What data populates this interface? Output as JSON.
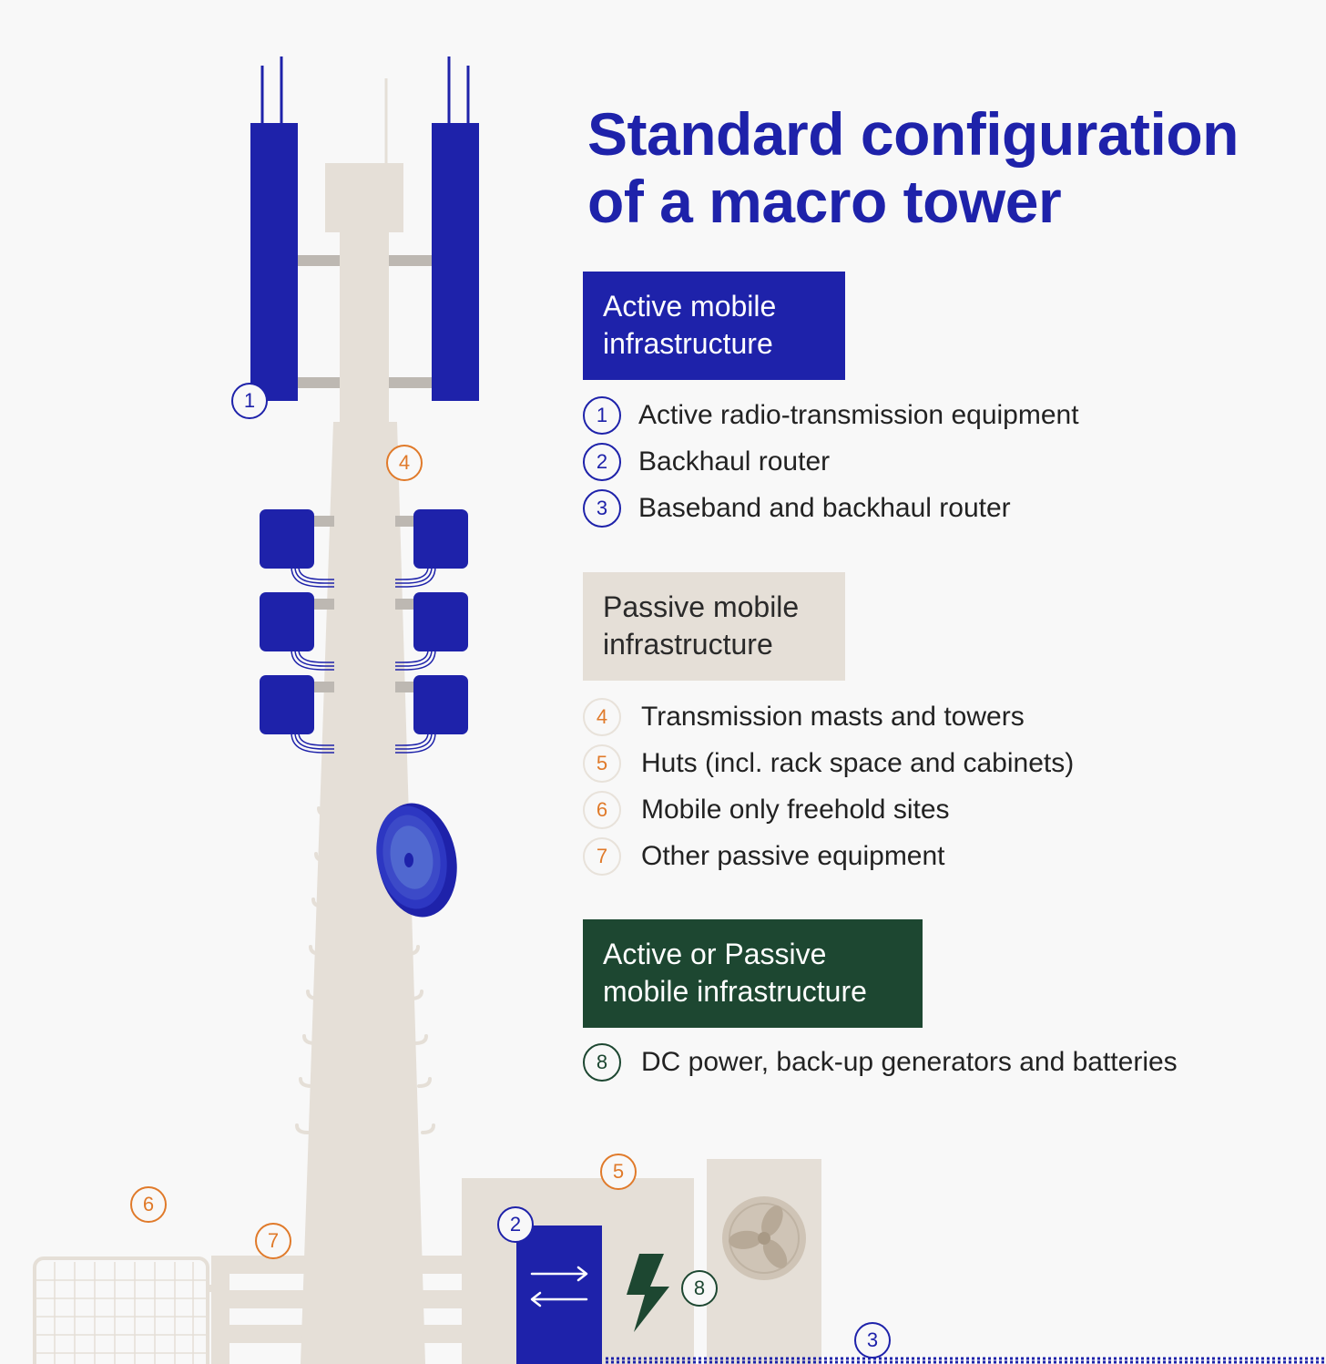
{
  "title": {
    "line1": "Standard configuration",
    "line2": "of a macro tower"
  },
  "categories": {
    "active": {
      "line1": "Active mobile",
      "line2": "infrastructure",
      "color": "#1e22aa",
      "items": [
        {
          "num": "1",
          "label": "Active radio-transmission equipment"
        },
        {
          "num": "2",
          "label": "Backhaul router"
        },
        {
          "num": "3",
          "label": "Baseband and backhaul router"
        }
      ]
    },
    "passive": {
      "line1": "Passive mobile",
      "line2": "infrastructure",
      "color": "#e5dfd7",
      "items": [
        {
          "num": "4",
          "label": "Transmission masts and towers"
        },
        {
          "num": "5",
          "label": "Huts (incl. rack space and cabinets)"
        },
        {
          "num": "6",
          "label": "Mobile only freehold sites"
        },
        {
          "num": "7",
          "label": "Other passive equipment"
        }
      ]
    },
    "mixed": {
      "line1": "Active or Passive",
      "line2": "mobile infrastructure",
      "color": "#1d4731",
      "items": [
        {
          "num": "8",
          "label": "DC power, back-up generators and batteries"
        }
      ]
    }
  },
  "markers": {
    "m1": "1",
    "m2": "2",
    "m3": "3",
    "m4": "4",
    "m5": "5",
    "m6": "6",
    "m7": "7",
    "m8": "8"
  },
  "colors": {
    "background": "#f8f8f8",
    "tower": "#e5dfd7",
    "active_blue": "#1e22aa",
    "passive_orange": "#e07a2a",
    "dark_green": "#1d4731"
  },
  "icons": [
    "antenna-icon",
    "dish-icon",
    "router-arrows-icon",
    "lightning-icon",
    "fan-icon",
    "fence-icon"
  ]
}
